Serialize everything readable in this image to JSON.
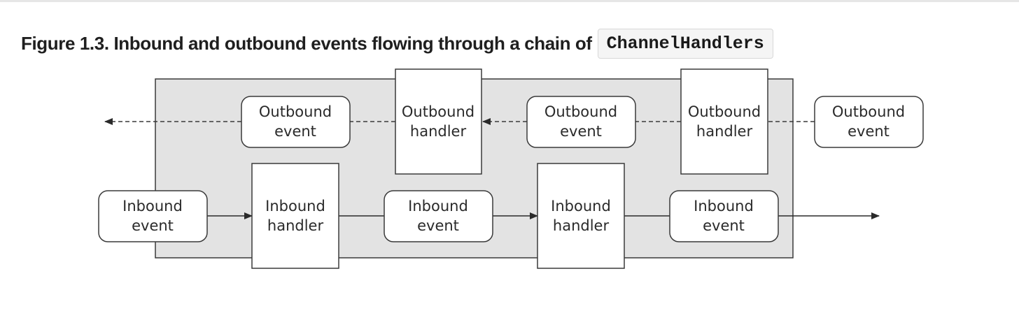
{
  "figure": {
    "caption_text": "Figure 1.3. Inbound and outbound events flowing through a chain of",
    "caption_code": "ChannelHandlers"
  },
  "diagram": {
    "outbound_event_label": [
      "Outbound",
      "event"
    ],
    "outbound_handler_label": [
      "Outbound",
      "handler"
    ],
    "inbound_event_label": [
      "Inbound",
      "event"
    ],
    "inbound_handler_label": [
      "Inbound",
      "handler"
    ]
  },
  "colors": {
    "pipeline_fill": "#e3e3e3",
    "box_fill": "#ffffff",
    "stroke": "#3a3a3a",
    "text": "#2a2a2a"
  }
}
